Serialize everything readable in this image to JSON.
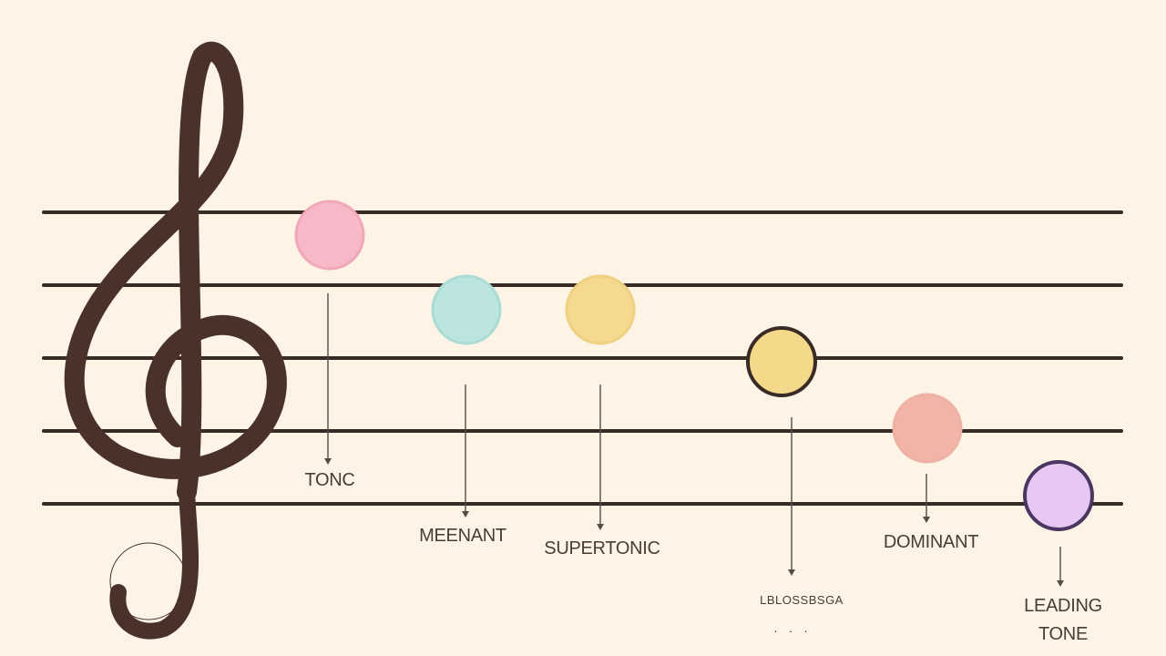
{
  "colors": {
    "background": "#fdf4e6",
    "staff_line": "#3a2a26",
    "clef": "#4a322b",
    "arrow": "#5a4a44",
    "label_text": "#4a3b35"
  },
  "clef": {
    "icon": "treble-clef-icon"
  },
  "notes": [
    {
      "key": "tonic",
      "label": "TONC",
      "fill": "#f7b8c8",
      "stroke": "#f0a8b8"
    },
    {
      "key": "mediant",
      "label": "MEENANT",
      "fill": "#bde5df",
      "stroke": "#a9dcd5"
    },
    {
      "key": "supertonic",
      "label": "SUPERTONIC",
      "fill": "#f5d98f",
      "stroke": "#eed07f"
    },
    {
      "key": "subdominant",
      "label": "LBLOSSBSGA",
      "extra": "· · ·",
      "fill": "#f4d98a",
      "stroke": "#3a2a26"
    },
    {
      "key": "dominant",
      "label": "DOMINANT",
      "fill": "#f2b3a8",
      "stroke": "#edb2a4"
    },
    {
      "key": "leading",
      "label": "LEADING",
      "label2": "TONE",
      "fill": "#e6c8f2",
      "stroke": "#4a3660"
    }
  ]
}
